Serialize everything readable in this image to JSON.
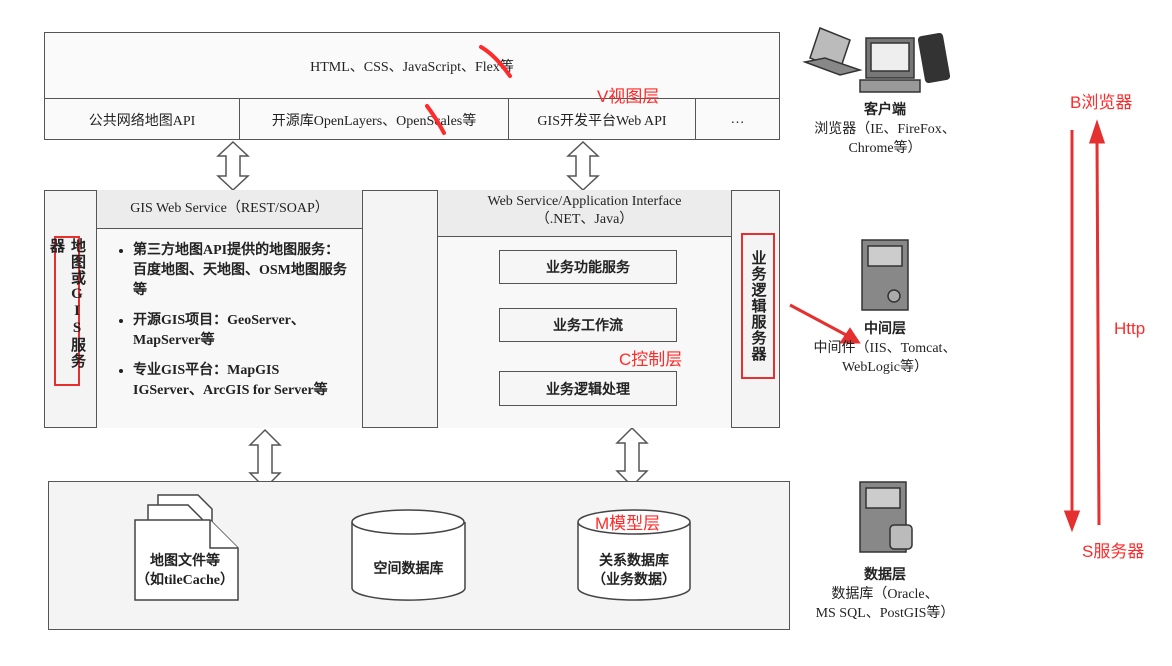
{
  "view_layer": {
    "top": "HTML、CSS、JavaScript、Flex等",
    "cells": [
      "公共网络地图API",
      "开源库OpenLayers、OpenScales等",
      "GIS开发平台Web API",
      "…"
    ]
  },
  "control_layer": {
    "left_label": "地图或GIS服务器",
    "gis_header": "GIS Web Service（REST/SOAP）",
    "gis_items": [
      "第三方地图API提供的地图服务：百度地图、天地图、OSM地图服务等",
      "开源GIS项目：GeoServer、MapServer等",
      "专业GIS平台：MapGIS IGServer、ArcGIS for Server等"
    ],
    "app_header_1": "Web Service/Application Interface",
    "app_header_2": "（.NET、Java）",
    "app_boxes": [
      "业务功能服务",
      "业务工作流",
      "业务逻辑处理"
    ],
    "right_label": "业务逻辑服务器"
  },
  "model_layer": {
    "items": [
      {
        "line1": "地图文件等",
        "line2": "（如tileCache）"
      },
      {
        "line1": "空间数据库",
        "line2": ""
      },
      {
        "line1": "关系数据库",
        "line2": "（业务数据）"
      }
    ]
  },
  "side": {
    "client": [
      "客户端",
      "浏览器（IE、FireFox、",
      "Chrome等）"
    ],
    "middle": [
      "中间层",
      "中间件（IIS、Tomcat、",
      "WebLogic等）"
    ],
    "data": [
      "数据层",
      "数据库（Oracle、",
      "MS SQL、PostGIS等）"
    ]
  },
  "annotations": {
    "v": "V视图层",
    "c": "C控制层",
    "m": "M模型层",
    "b": "B浏览器",
    "http": "Http",
    "s": "S服务器"
  },
  "colors": {
    "annotation": "#ff2a2a"
  }
}
